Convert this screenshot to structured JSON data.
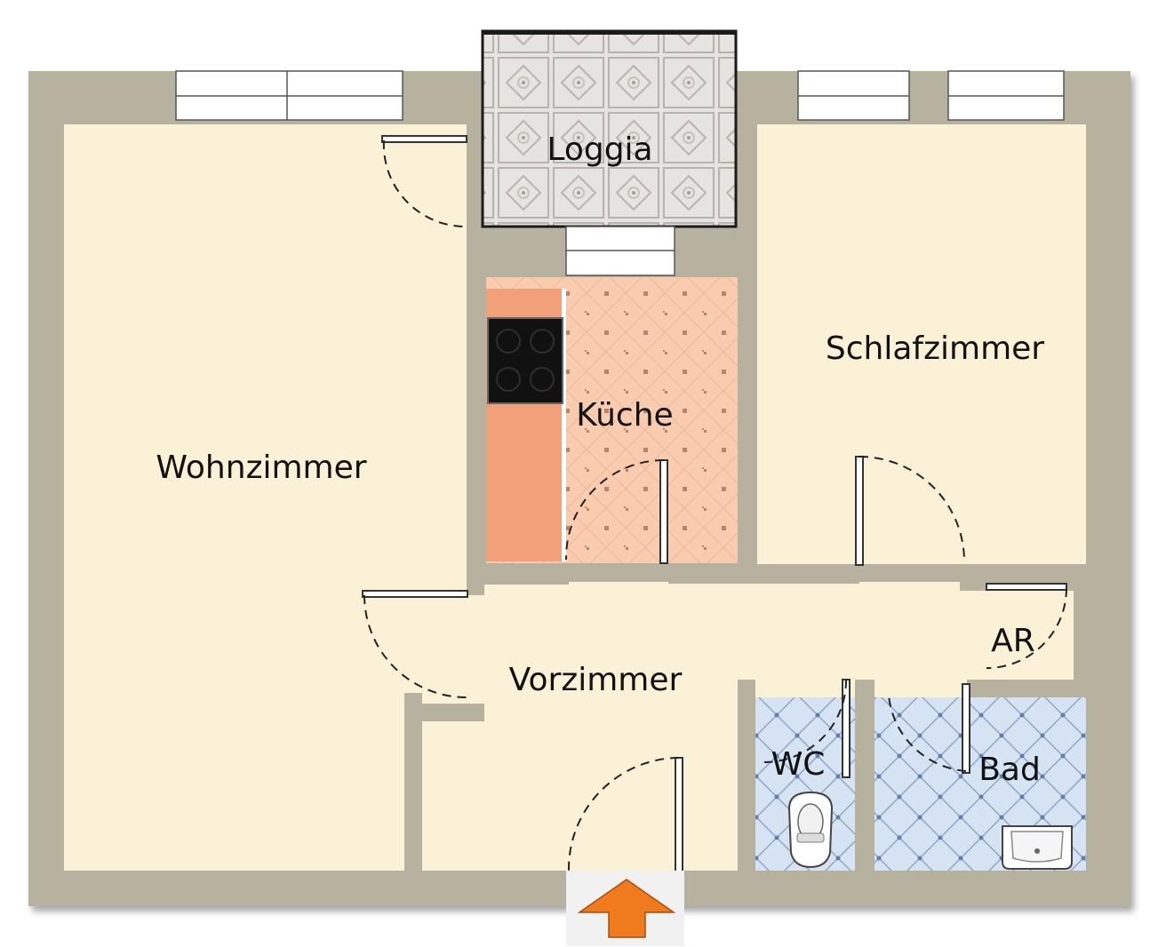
{
  "plan": {
    "rooms": {
      "loggia": "Loggia",
      "wohnzimmer": "Wohnzimmer",
      "kueche": "Küche",
      "schlafzimmer": "Schlafzimmer",
      "vorzimmer": "Vorzimmer",
      "ar": "AR",
      "wc": "WC",
      "bad": "Bad"
    },
    "colors": {
      "wall": "#b7b19f",
      "floor": "#faf1d6",
      "kitchen_tile": "#f9ccb0",
      "counter": "#f2a07a",
      "bath_tile": "#d6e3f2",
      "loggia_tile": "#e6e4e0",
      "entrance_arrow": "#f07a1e"
    },
    "icons": [
      "stove-icon",
      "toilet-icon",
      "sink-icon",
      "entrance-arrow-icon"
    ]
  }
}
